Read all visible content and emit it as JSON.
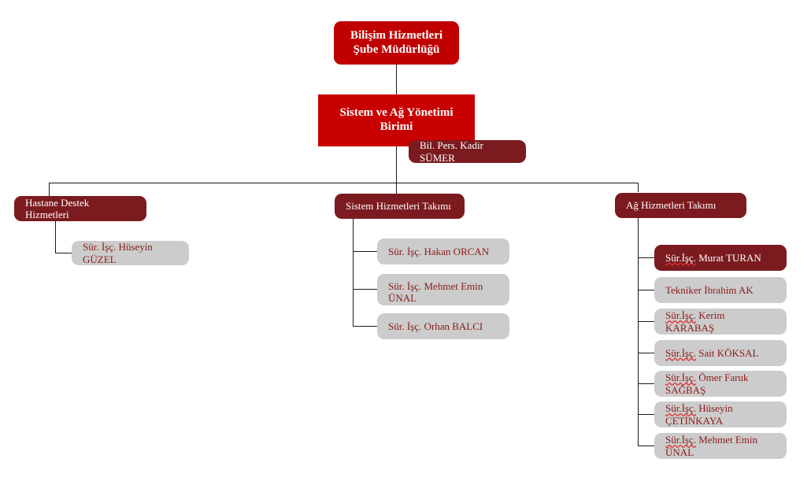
{
  "chart_data": {
    "type": "diagram",
    "title": "Bilişim Hizmetleri Şube Müdürlüğü Organizasyon Şeması",
    "orientation": "top-down",
    "node_count": 17
  },
  "nodes": {
    "root": {
      "label": "Bilişim Hizmetleri Şube Müdürlüğü",
      "line1": "Bilişim Hizmetleri",
      "line2": "Şube Müdürlüğü",
      "style": "root",
      "color": "#c00000",
      "text_color": "#ffffff"
    },
    "unit": {
      "label": "Sistem ve Ağ Yönetimi Birimi",
      "line1": "Sistem ve Ağ Yönetimi",
      "line2": "Birimi",
      "style": "unit",
      "color": "#c80000",
      "text_color": "#ffffff"
    },
    "unit_person": {
      "label": "Bil. Pers. Kadir SÜMER",
      "style": "person-dark",
      "color": "#7b1b1f",
      "text_color": "#ffffff"
    },
    "team_hastane": {
      "label": "Hastane Destek Hizmetleri",
      "style": "team",
      "color": "#7b1b1f",
      "text_color": "#ffffff"
    },
    "team_sistem": {
      "label": "Sistem Hizmetleri Takımı",
      "style": "team",
      "color": "#7b1b1f",
      "text_color": "#ffffff"
    },
    "team_ag": {
      "label": "Ağ Hizmetleri Takımı",
      "style": "team",
      "color": "#7b1b1f",
      "text_color": "#ffffff"
    }
  },
  "branches": {
    "hastane": {
      "members": [
        {
          "label": "Sür. İşç. Hüseyin GÜZEL",
          "style": "person",
          "misspelled_prefix": ""
        }
      ]
    },
    "sistem": {
      "members": [
        {
          "label": "Sür. İşç. Hakan ORCAN",
          "style": "person",
          "misspelled_prefix": ""
        },
        {
          "label": "Sür. İşç. Mehmet Emin ÜNAL",
          "line1": "Sür. İşç. Mehmet Emin",
          "line2": "ÜNAL",
          "style": "person",
          "two_line": true,
          "misspelled_prefix": ""
        },
        {
          "label": "Sür. İşç. Orhan BALCI",
          "style": "person",
          "misspelled_prefix": ""
        }
      ]
    },
    "ag": {
      "members": [
        {
          "label": "Sür.İşç. Murat TURAN",
          "style": "person-dark",
          "misspelled_prefix": "Sür.İşç.",
          "rest": " Murat TURAN"
        },
        {
          "label": "Tekniker İbrahim AK",
          "style": "person",
          "misspelled_prefix": ""
        },
        {
          "label": "Sür.İşç. Kerim KARABAŞ",
          "style": "person",
          "misspelled_prefix": "Sür.İşç.",
          "rest": " Kerim KARABAŞ"
        },
        {
          "label": "Sür.İşç. Sait KÖKSAL",
          "style": "person",
          "misspelled_prefix": "Sür.İşç.",
          "rest": " Sait KÖKSAL"
        },
        {
          "label": "Sür.İşç. Ömer Faruk SAĞBAŞ",
          "style": "person",
          "misspelled_prefix": "Sür.İşç.",
          "rest": " Ömer Faruk SAĞBAŞ"
        },
        {
          "label": "Sür.İşç. Hüseyin ÇETİNKAYA",
          "style": "person",
          "misspelled_prefix": "Sür.İşç.",
          "rest": " Hüseyin ÇETİNKAYA"
        },
        {
          "label": "Sür.İşç. Mehmet Emin ÜNAL",
          "style": "person",
          "misspelled_prefix": "Sür.İşç.",
          "rest": " Mehmet Emin ÜNAL"
        }
      ]
    }
  },
  "colors": {
    "bright_red": "#c00000",
    "unit_red": "#c80000",
    "maroon": "#7b1b1f",
    "grey_box": "#cccccc",
    "leaf_text": "#8b1a1a",
    "connector": "#1a1a1a",
    "spellcheck_underline": "#e03030",
    "background": "#ffffff"
  }
}
